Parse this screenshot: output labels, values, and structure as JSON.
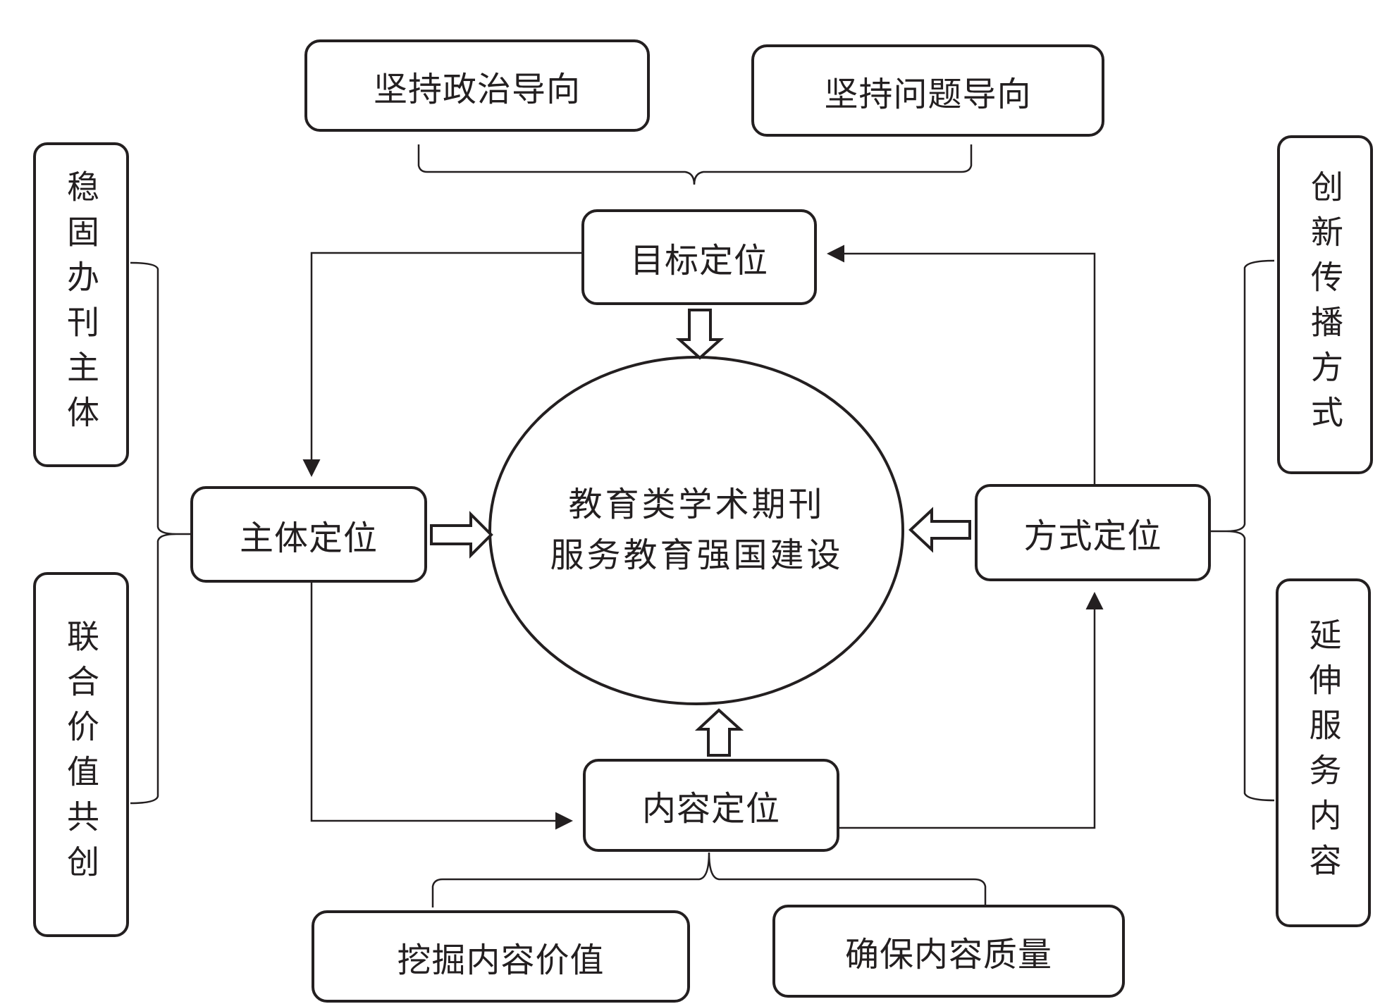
{
  "center": {
    "line1": "教育类学术期刊",
    "line2": "服务教育强国建设"
  },
  "positions": {
    "goal": "目标定位",
    "subject": "主体定位",
    "content": "内容定位",
    "method": "方式定位"
  },
  "top": {
    "left": "坚持政治导向",
    "right": "坚持问题导向"
  },
  "left": {
    "top": "稳固办刊主体",
    "bottom": "联合价值共创"
  },
  "right": {
    "top": "创新传播方式",
    "bottom": "延伸服务内容"
  },
  "bottom": {
    "left": "挖掘内容价值",
    "right": "确保内容质量"
  },
  "colors": {
    "stroke": "#231f20",
    "background": "#ffffff"
  }
}
